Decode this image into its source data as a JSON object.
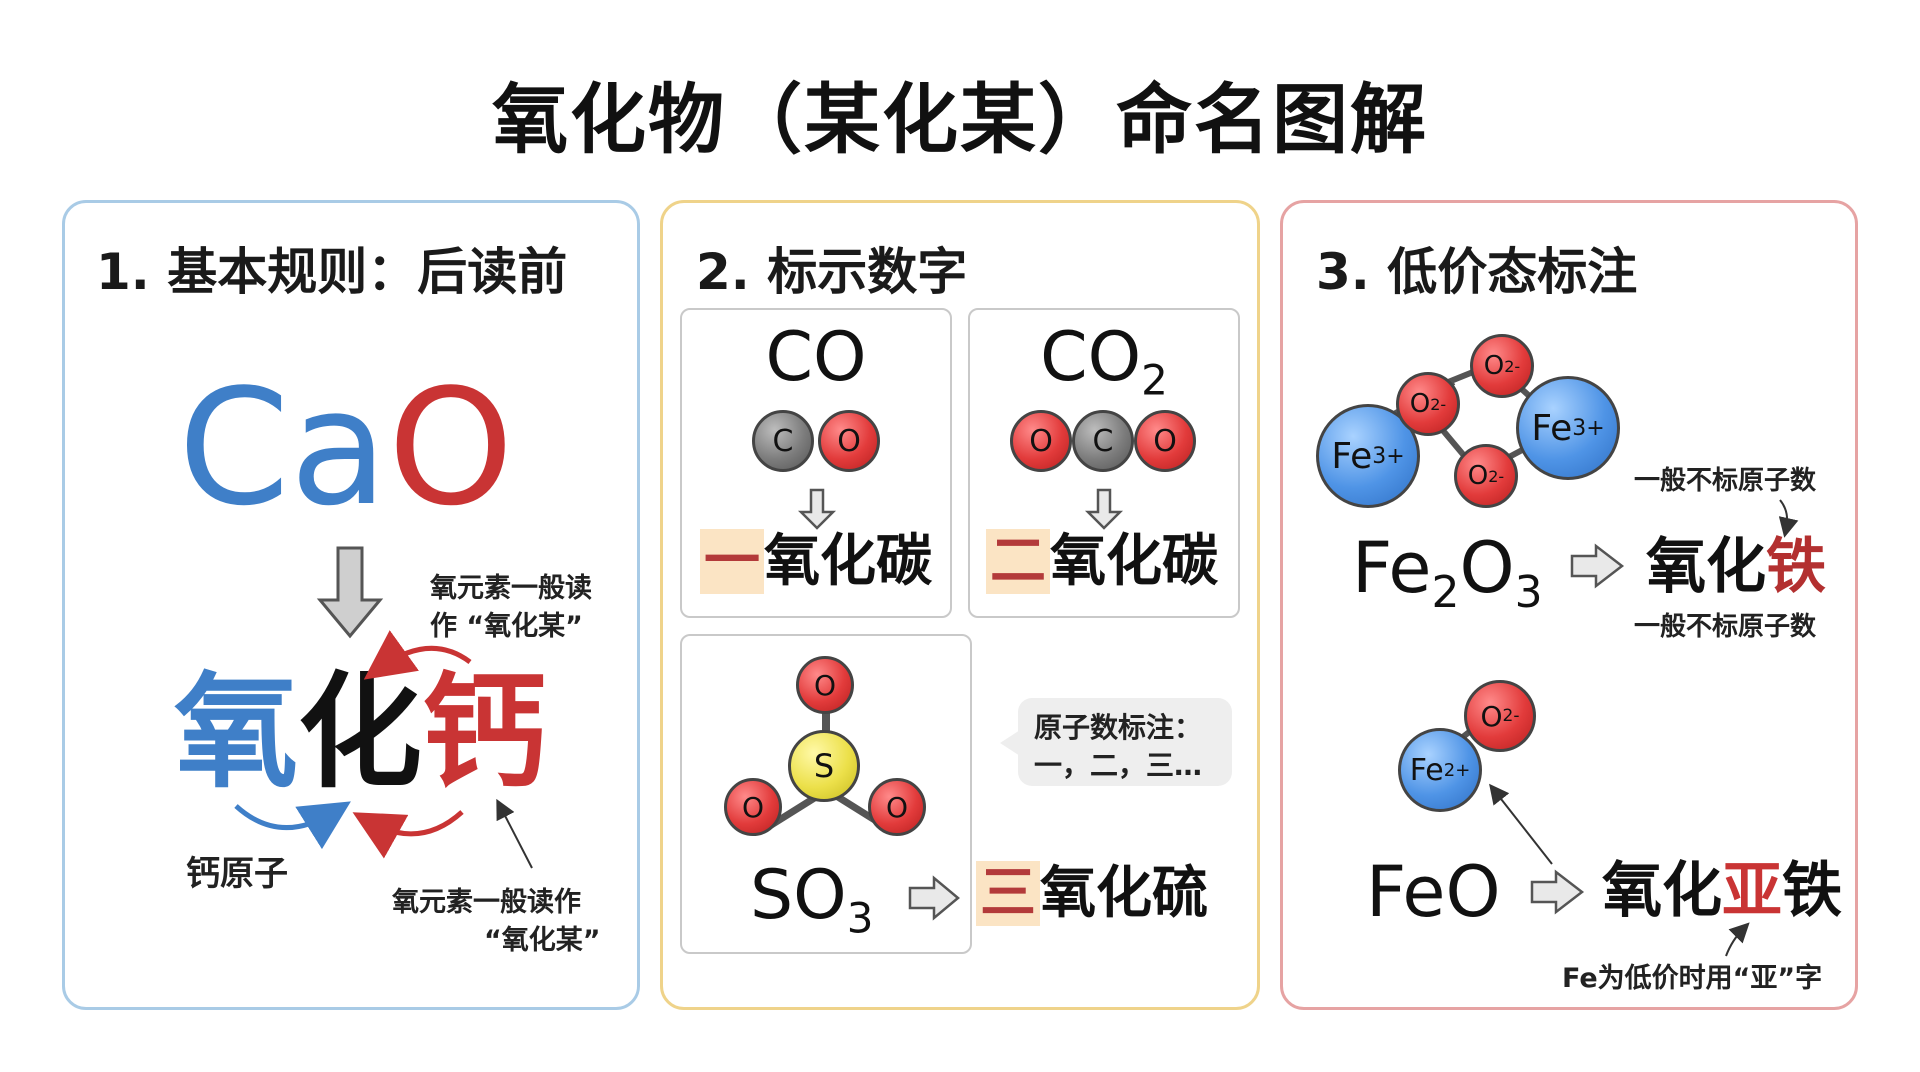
{
  "title": "氧化物（某化某）命名图解",
  "panel1": {
    "heading": "1. 基本规则：后读前",
    "formula": {
      "ca": "Ca",
      "o": "O"
    },
    "name": {
      "yang": "氧",
      "hua": "化",
      "gai": "钙"
    },
    "note_top_line1": "氧元素一般读",
    "note_top_line2": "作 “氧化某”",
    "note_left": "钙原子",
    "note_bottom_line1": "氧元素一般读作",
    "note_bottom_line2": "“氧化某”"
  },
  "panel2": {
    "heading": "2. 标示数字",
    "co": {
      "formula": "CO",
      "atoms": [
        "C",
        "O"
      ],
      "prefix": "一",
      "rest": "氧化碳"
    },
    "co2": {
      "formula_main": "CO",
      "formula_sub": "2",
      "atoms": [
        "O",
        "C",
        "O"
      ],
      "prefix": "二",
      "rest": "氧化碳"
    },
    "so3": {
      "atoms": [
        "O",
        "S",
        "O",
        "O"
      ],
      "formula_main": "SO",
      "formula_sub": "3",
      "prefix": "三",
      "rest": "氧化硫"
    },
    "bubble_line1": "原子数标注：",
    "bubble_line2": "一，二，三…"
  },
  "panel3": {
    "heading": "3. 低价态标注",
    "fe2o3": {
      "ion_fe_left": "Fe",
      "ion_fe_left_charge": "3+",
      "ion_fe_right": "Fe",
      "ion_fe_right_charge": "3+",
      "ion_o1": "O",
      "ion_o1_charge": "2-",
      "ion_o2": "O",
      "ion_o2_charge": "2-",
      "ion_o3": "O",
      "ion_o3_charge": "2-",
      "formula_fe": "Fe",
      "sub_2": "2",
      "formula_o": "O",
      "sub_3": "3",
      "name_main": "氧化",
      "name_metal": "铁",
      "note_top": "一般不标原子数",
      "note_bottom": "一般不标原子数"
    },
    "feo": {
      "ion_fe": "Fe",
      "ion_fe_charge": "2+",
      "ion_o": "O",
      "ion_o_charge": "2-",
      "formula": "FeO",
      "name_main": "氧化",
      "name_ya": "亚",
      "name_metal": "铁",
      "note": "Fe为低价时用“亚”字"
    }
  },
  "colors": {
    "blue": "#3f7fc8",
    "red": "#c93434",
    "panel1_border": "#a9cbe6",
    "panel2_border": "#efd38a",
    "panel3_border": "#e6a3a3"
  }
}
